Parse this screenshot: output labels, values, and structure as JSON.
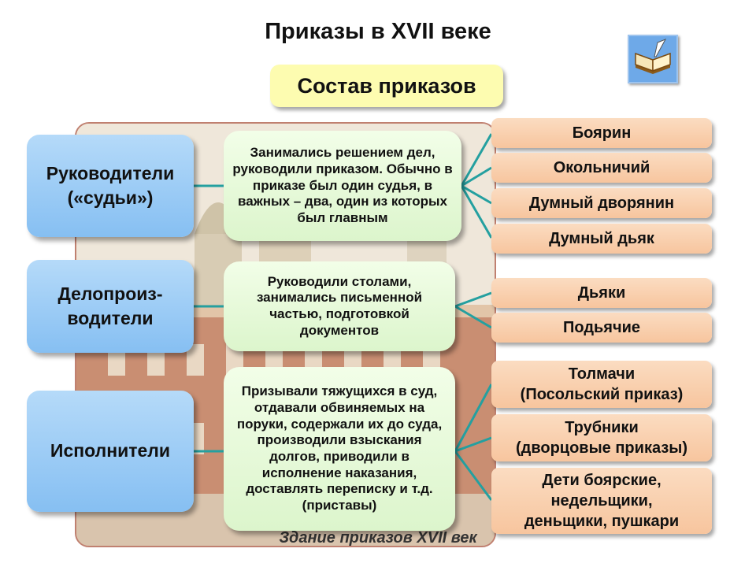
{
  "title": "Приказы в XVII веке",
  "subtitle": "Состав приказов",
  "icon": "book-icon",
  "caption": "Здание приказов XVII век",
  "colors": {
    "connector": "#24a0a0",
    "role_box": "#9fcdf5",
    "desc_box": "#e4f8d6",
    "member_box": "#f9d2b0",
    "subtitle_box": "#fdfcb0"
  },
  "rows": [
    {
      "role": [
        "Руководители",
        "«судьи»)"
      ],
      "description": "Занимались решением дел, руководили приказом. Обычно в приказе был один судья, в важных – два, один из которых был главным",
      "members": [
        "Боярин",
        "Окольничий",
        "Думный дворянин",
        "Думный дьяк"
      ]
    },
    {
      "role": [
        "Делопроиз-",
        "водители"
      ],
      "description": "Руководили столами, занимались письменной частью, подготовкой документов",
      "members": [
        "Дьяки",
        "Подьячие"
      ]
    },
    {
      "role": [
        "Исполнители"
      ],
      "description": "Призывали тяжущихся в суд, отдавали обвиняемых на поруки, содержали их до суда, производили взыскания долгов, приводили в исполнение наказания, доставлять переписку и т.д. (приставы)",
      "members": [
        [
          "Толмачи",
          "(Посольский приказ)"
        ],
        [
          "Трубники",
          "(дворцовые приказы)"
        ],
        [
          "Дети боярские,",
          "недельщики,",
          "деньщики, пушкари"
        ]
      ]
    }
  ]
}
